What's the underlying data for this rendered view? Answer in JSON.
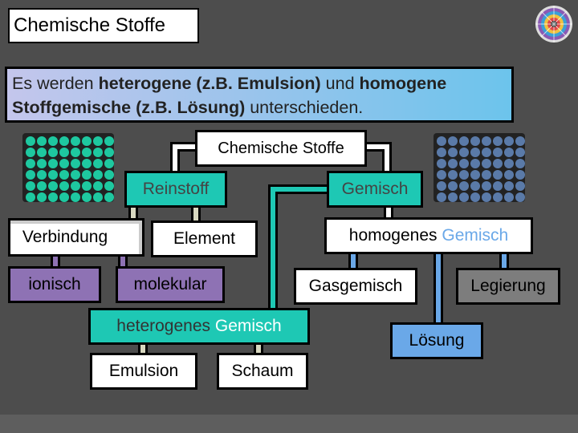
{
  "header": {
    "title": "Chemische Stoffe"
  },
  "intro": {
    "part1": "Es werden ",
    "part2": "heterogene (z.B. Emulsion)",
    "part3": " und ",
    "part4": "homogene Stoffgemische (z.B. Lösung)",
    "part5": " unterschieden."
  },
  "diagram": {
    "root": "Chemische Stoffe",
    "reinstoff": "Reinstoff",
    "gemisch": "Gemisch",
    "verbindung": "Verbindung",
    "element": "Element",
    "homogenes_a": "homogenes ",
    "homogenes_b": "Gemisch",
    "ionisch": "ionisch",
    "molekular": "molekular",
    "gasgemisch": "Gasgemisch",
    "legierung": "Legierung",
    "heterogenes_a": "heterogenes ",
    "heterogenes_b": "Gemisch",
    "loesung": "Lösung",
    "emulsion": "Emulsion",
    "schaum": "Schaum"
  },
  "colors": {
    "background": "#4d4d4d",
    "teal": "#1ec8b4",
    "purple": "#8e72b4",
    "blue": "#6aa8e8",
    "gray": "#7d7d7d"
  },
  "icons": [
    "logo-wheel-icon",
    "dot-grid-green-icon",
    "dot-grid-blue-icon"
  ]
}
